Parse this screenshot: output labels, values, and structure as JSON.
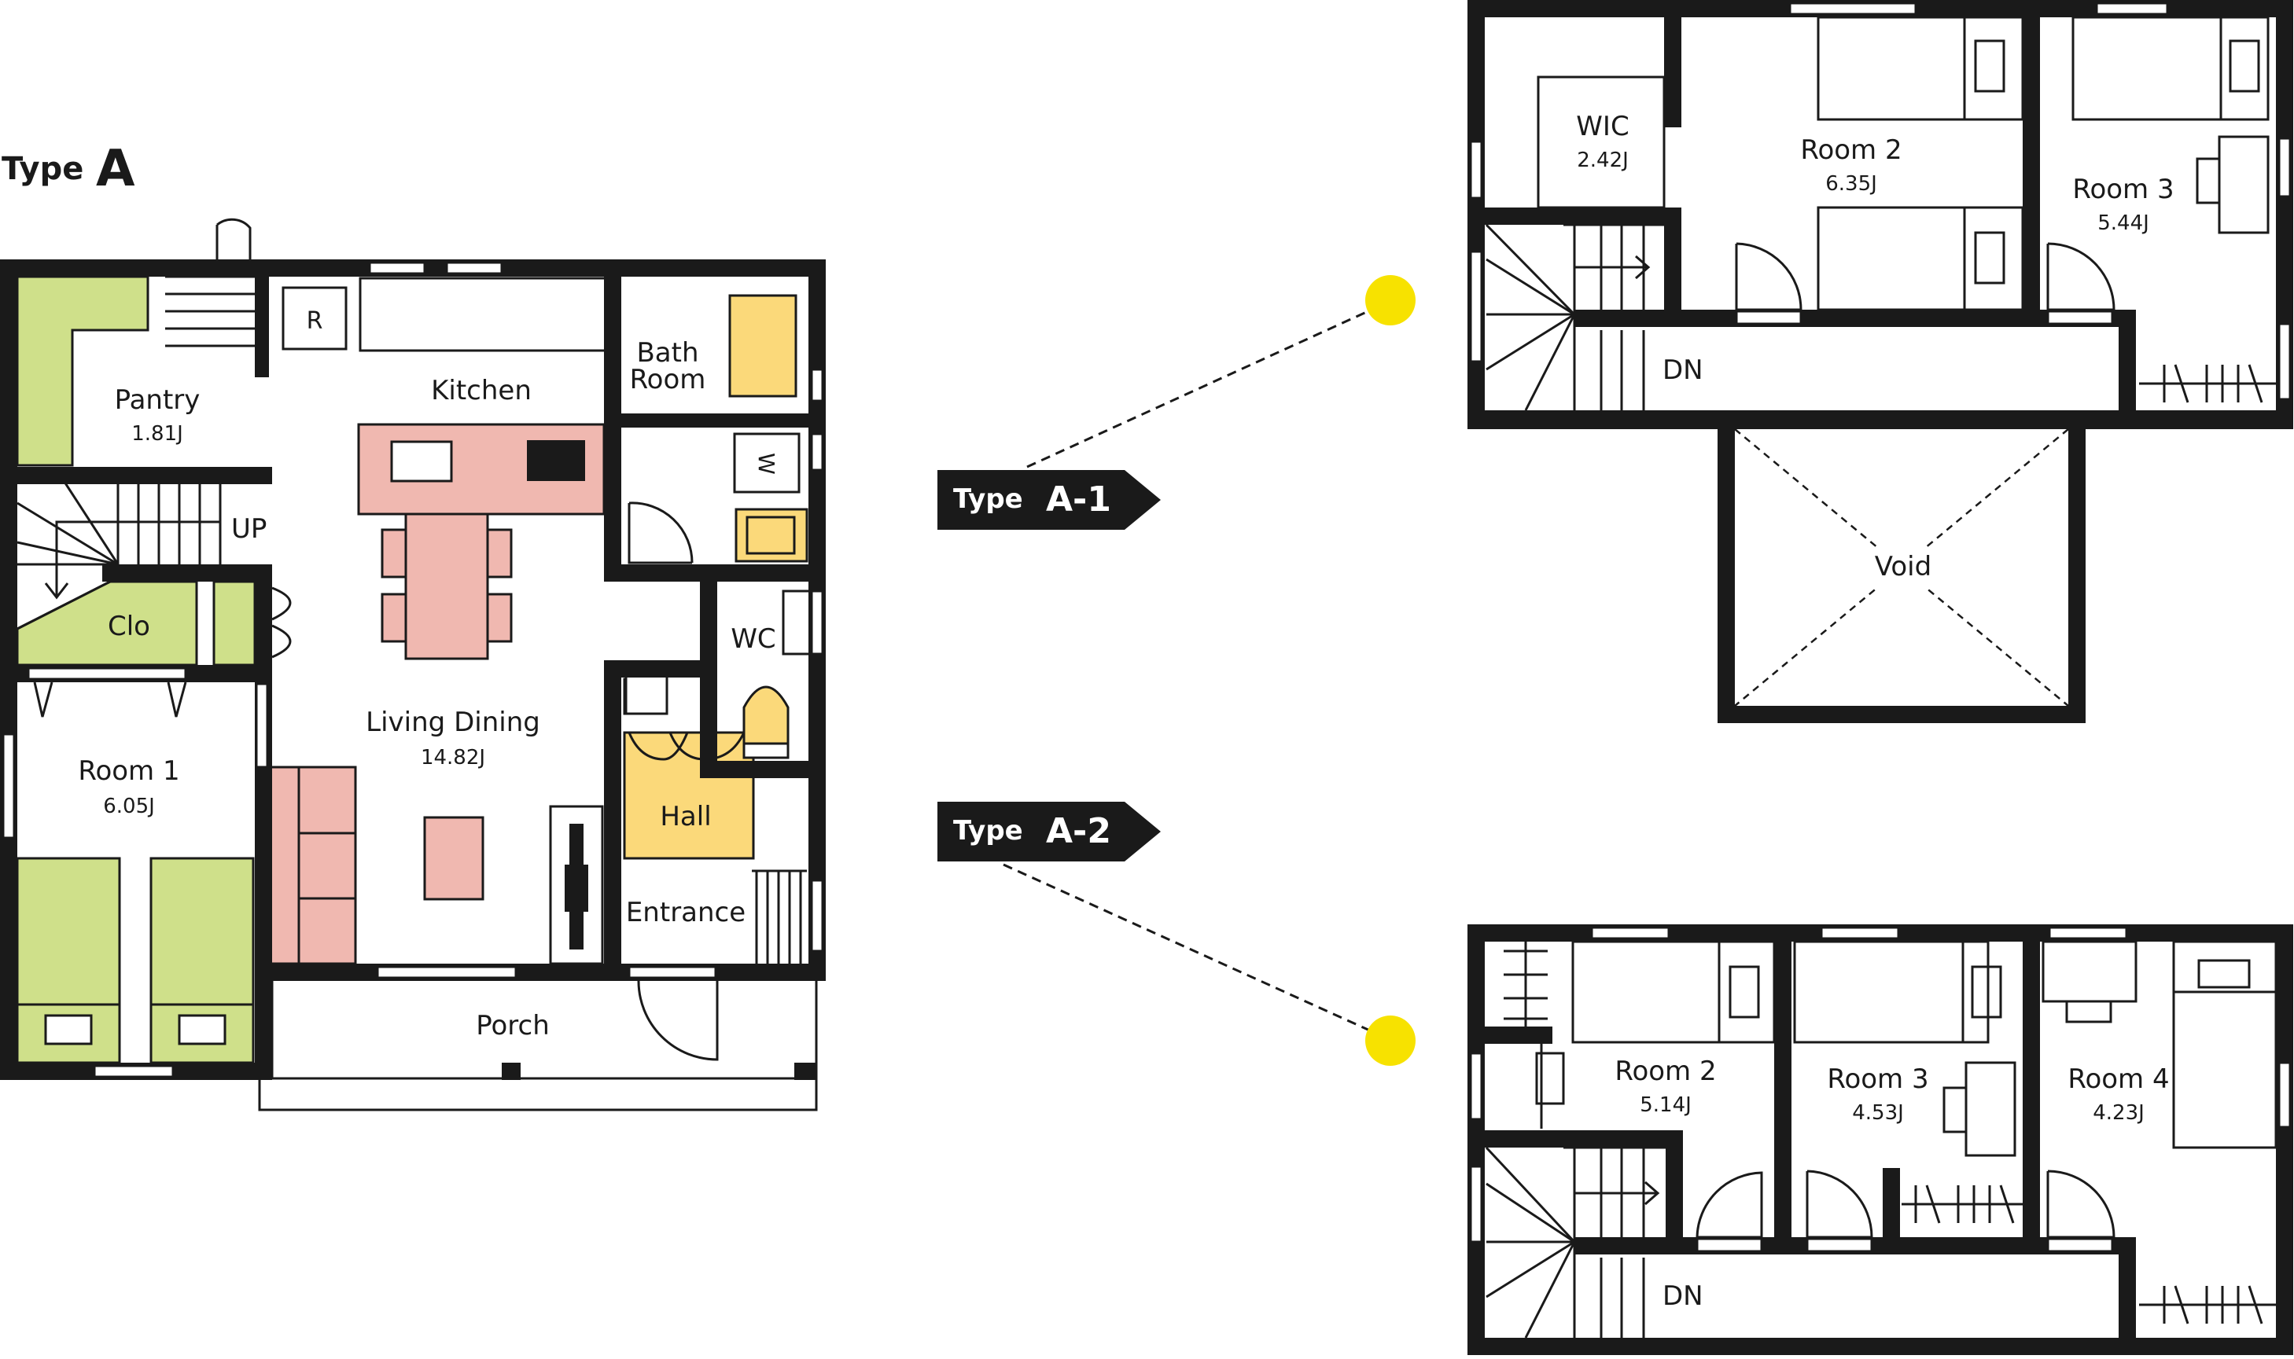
{
  "title": {
    "prefix": "Type",
    "letter": "A"
  },
  "colors": {
    "wall": "#1a1a1a",
    "green": "#cfe08a",
    "pink": "#f0b8b0",
    "yellow": "#fbd97a",
    "marker": "#f7e200"
  },
  "floor_a": {
    "pantry": {
      "name": "Pantry",
      "area": "1.81J"
    },
    "kitchen": "Kitchen",
    "fridge": "R",
    "bath": {
      "line1": "Bath",
      "line2": "Room"
    },
    "washer": "W",
    "up": "UP",
    "clo": "Clo",
    "wc": "WC",
    "living": {
      "name": "Living Dining",
      "area": "14.82J"
    },
    "room1": {
      "name": "Room 1",
      "area": "6.05J"
    },
    "hall": "Hall",
    "entrance": "Entrance",
    "porch": "Porch"
  },
  "tags": {
    "a1": {
      "prefix": "Type",
      "label": "A-1"
    },
    "a2": {
      "prefix": "Type",
      "label": "A-2"
    }
  },
  "floor_a1": {
    "wic": {
      "name": "WIC",
      "area": "2.42J"
    },
    "room2": {
      "name": "Room 2",
      "area": "6.35J"
    },
    "room3": {
      "name": "Room 3",
      "area": "5.44J"
    },
    "dn": "DN",
    "void": "Void"
  },
  "floor_a2": {
    "room2": {
      "name": "Room 2",
      "area": "5.14J"
    },
    "room3": {
      "name": "Room 3",
      "area": "4.53J"
    },
    "room4": {
      "name": "Room 4",
      "area": "4.23J"
    },
    "dn": "DN"
  }
}
